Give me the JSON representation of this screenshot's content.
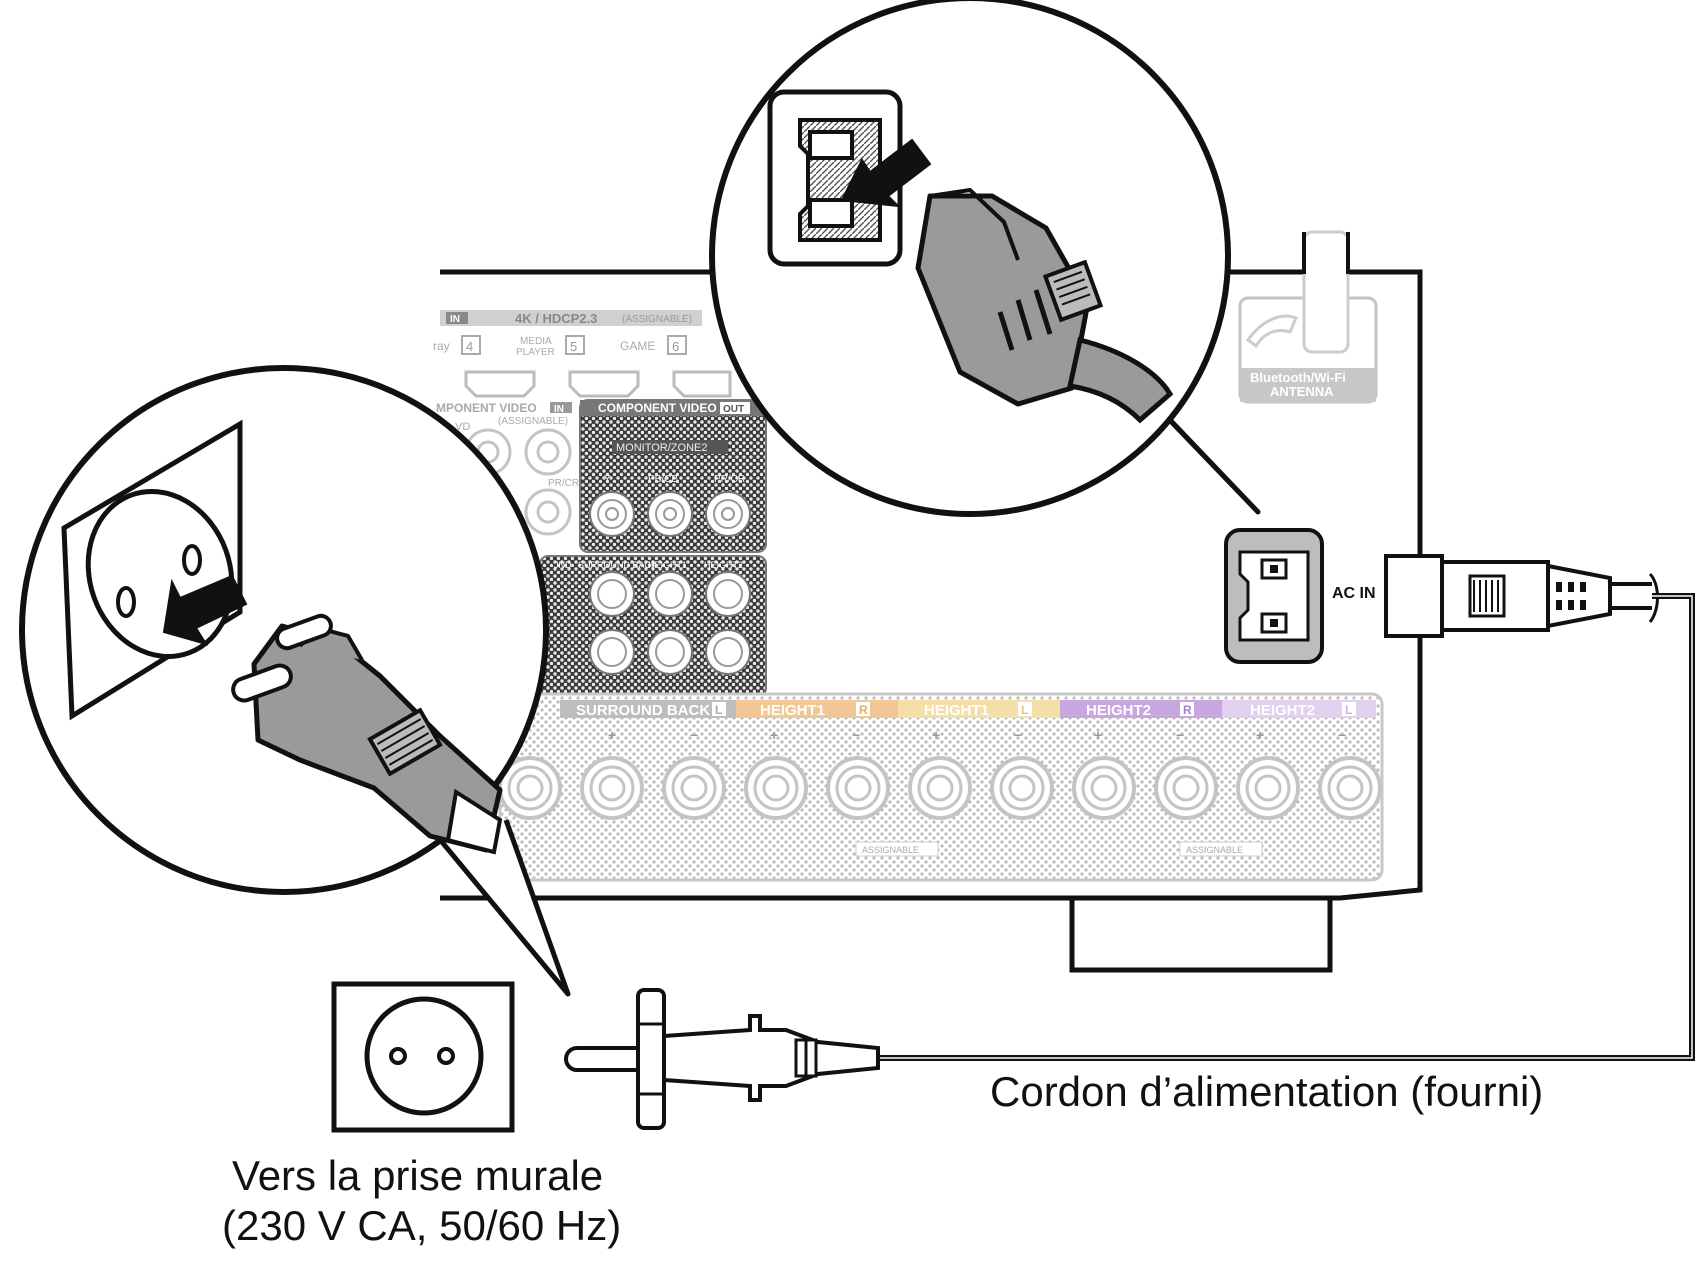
{
  "colors": {
    "surround_back": "#bdbdbd",
    "height1_r": "#f1c895",
    "height1_l": "#f4dfa8",
    "height2_r": "#c8a6df",
    "height2_l": "#e2d1ee",
    "panel_print": "#c4c4c4",
    "plug_gray": "#9a9a9a",
    "black": "#111111"
  },
  "panel": {
    "hdmi_header_in": "IN",
    "hdmi_header_title": "4K / HDCP2.3",
    "hdmi_header_assignable": "(ASSIGNABLE)",
    "input_bluray": "ray",
    "input_bluray_num": "4",
    "input_media_player_1": "MEDIA",
    "input_media_player_2": "PLAYER",
    "input_media_player_num": "5",
    "input_game": "GAME",
    "input_game_num": "6",
    "component_in_title": "MPONENT VIDEO",
    "component_in_tag": "IN",
    "component_in_assignable": "(ASSIGNABLE)",
    "component_in_dvd": "VD",
    "component_in_pr": "PR/CR",
    "component_out_title": "COMPONENT VIDEO",
    "component_out_tag": "OUT",
    "monitor_zone": "MONITOR/ZONE2",
    "comp_y": "Y",
    "comp_pb": "PB/CB",
    "comp_pr": "PR/CR",
    "pre_surround": "JND",
    "pre_surround_back": "SURROUND BACK",
    "pre_height1": "HEIGHT1",
    "pre_height2": "HEIGHT2",
    "antenna_line1": "Bluetooth/Wi-Fi",
    "antenna_line2": "ANTENNA",
    "ac_in": "AC IN",
    "spk_surround_back": "SURROUND BACK",
    "spk_surround_back_ch": "L",
    "spk_height1_r": "HEIGHT1",
    "spk_height1_r_ch": "R",
    "spk_height1_l": "HEIGHT1",
    "spk_height1_l_ch": "L",
    "spk_height2_r": "HEIGHT2",
    "spk_height2_r_ch": "R",
    "spk_height2_l": "HEIGHT2",
    "spk_height2_l_ch": "L",
    "assignable_1": "ASSIGNABLE",
    "assignable_2": "ASSIGNABLE",
    "plus": "+",
    "minus": "−"
  },
  "captions": {
    "power_cord": "Cordon d’alimentation (fourni)",
    "wall_outlet_line1": "Vers la prise murale",
    "wall_outlet_line2": "(230 V CA, 50/60 Hz)"
  }
}
